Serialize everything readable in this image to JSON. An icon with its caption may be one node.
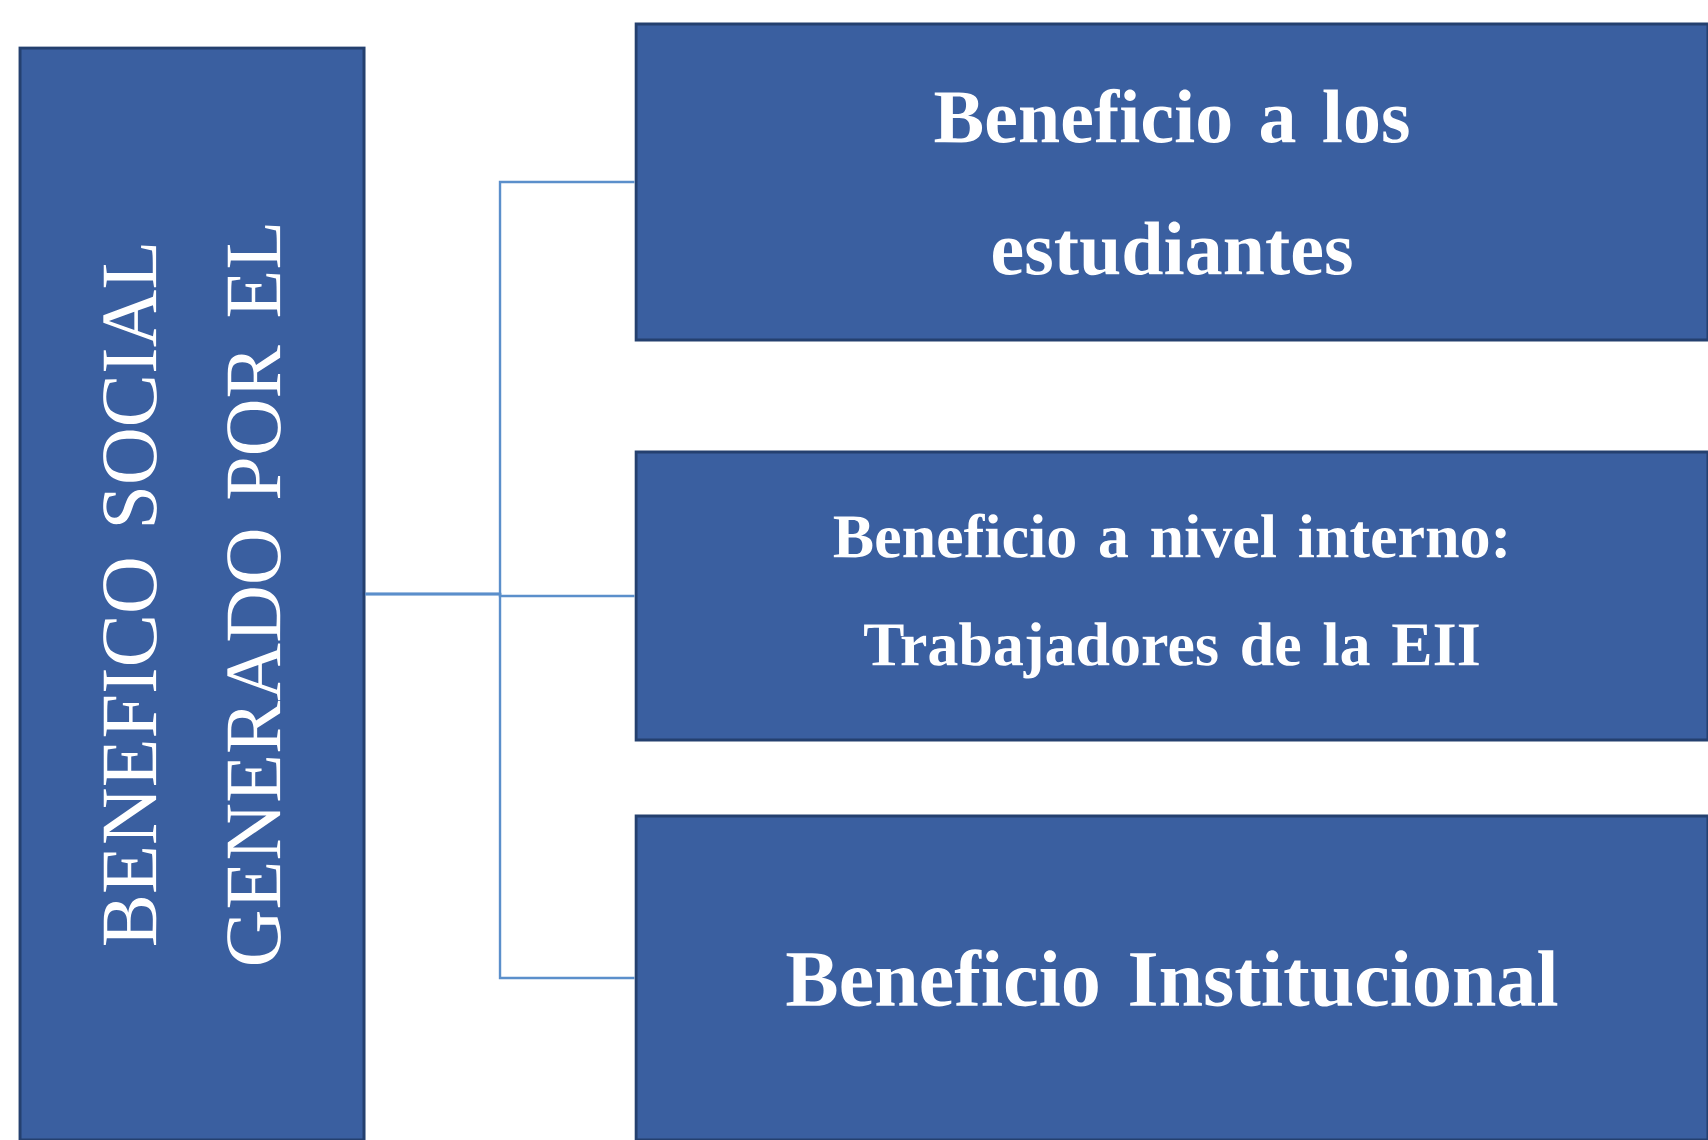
{
  "diagram": {
    "nodes": [
      {
        "text": [
          "BENEFICO SOCIAL GENERADO POR EL"
        ]
      },
      {
        "text": [
          "Beneficio a los estudiantes"
        ]
      },
      {
        "text": [
          "Beneficio a nivel interno: Trabajadores de la EII"
        ]
      },
      {
        "text": [
          "Beneficio Institucional"
        ]
      }
    ],
    "edges": [
      {
        "from": 0,
        "to": 1,
        "arrow": "none"
      },
      {
        "from": 0,
        "to": 2,
        "arrow": "none"
      },
      {
        "from": 0,
        "to": 3,
        "arrow": "none"
      }
    ]
  }
}
